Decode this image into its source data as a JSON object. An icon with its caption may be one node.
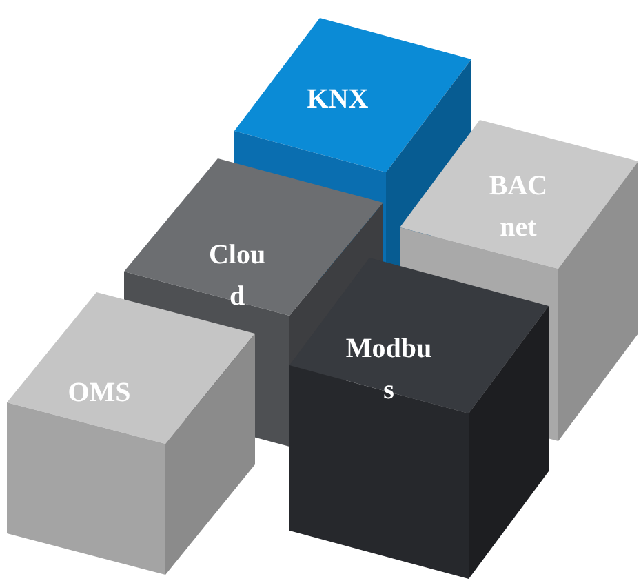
{
  "diagram": {
    "nodes": [
      {
        "text": [
          "KNX"
        ]
      },
      {
        "text": [
          "BACnet"
        ]
      },
      {
        "text": [
          "Cloud"
        ]
      },
      {
        "text": [
          "Modbus"
        ]
      },
      {
        "text": [
          "OMS"
        ]
      }
    ]
  }
}
